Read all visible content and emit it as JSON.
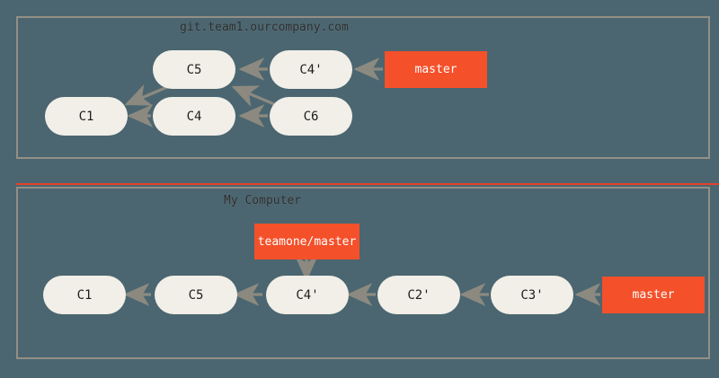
{
  "theme": {
    "background": "#4b6670",
    "panel_border": "#938f86",
    "commit_fill": "#f1efe8",
    "commit_text": "#1d1d1d",
    "ref_fill": "#f4502a",
    "ref_text": "#ffffff",
    "arrow": "#8c8a80",
    "rule": "#e8402a",
    "title_text": "#2b2b2b"
  },
  "panels": [
    {
      "name": "server",
      "title": "git.team1.ourcompany.com"
    },
    {
      "name": "local",
      "title": "My Computer"
    }
  ],
  "server": {
    "title": "git.team1.ourcompany.com",
    "commits": [
      {
        "id": "C5",
        "label": "C5"
      },
      {
        "id": "C4p",
        "label": "C4'"
      },
      {
        "id": "C1",
        "label": "C1"
      },
      {
        "id": "C4",
        "label": "C4"
      },
      {
        "id": "C6",
        "label": "C6"
      }
    ],
    "refs": [
      {
        "id": "master",
        "label": "master",
        "points_to": "C4'"
      }
    ],
    "edges": [
      {
        "from": "C4'",
        "to": "C5"
      },
      {
        "from": "C5",
        "to": "C1"
      },
      {
        "from": "C4",
        "to": "C1"
      },
      {
        "from": "C6",
        "to": "C4"
      },
      {
        "from": "C6",
        "to": "C5"
      }
    ]
  },
  "local": {
    "title": "My Computer",
    "commits": [
      {
        "id": "C1",
        "label": "C1"
      },
      {
        "id": "C5",
        "label": "C5"
      },
      {
        "id": "C4p",
        "label": "C4'"
      },
      {
        "id": "C2p",
        "label": "C2'"
      },
      {
        "id": "C3p",
        "label": "C3'"
      }
    ],
    "refs": [
      {
        "id": "teamone-master",
        "label": "teamone/master",
        "points_to": "C4'"
      },
      {
        "id": "master",
        "label": "master",
        "points_to": "C3'"
      }
    ],
    "edges": [
      {
        "from": "C5",
        "to": "C1"
      },
      {
        "from": "C4'",
        "to": "C5"
      },
      {
        "from": "C2'",
        "to": "C4'"
      },
      {
        "from": "C3'",
        "to": "C2'"
      }
    ]
  }
}
